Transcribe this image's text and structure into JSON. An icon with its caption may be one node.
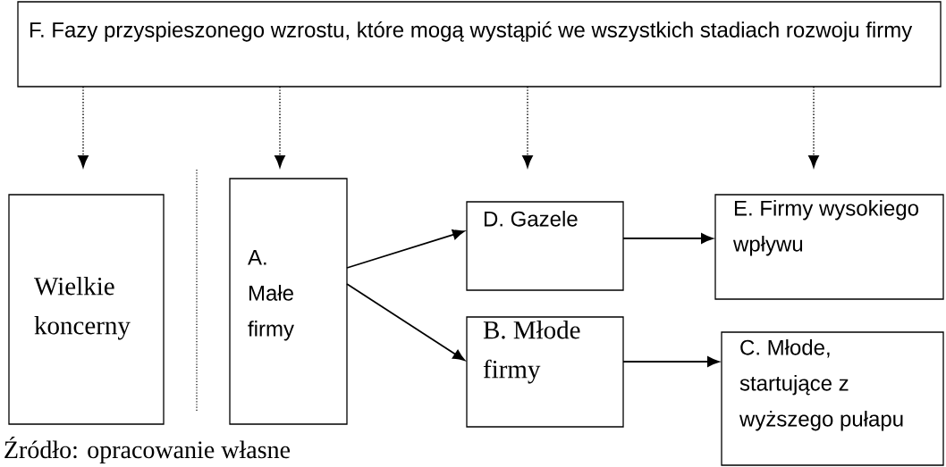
{
  "diagram": {
    "nodes": [
      {
        "text": [
          "F. Fazy przyspieszonego wzrostu, które mogą wystąpić we wszystkich stadiach rozwoju firmy"
        ]
      },
      {
        "text": [
          "Wielkie koncerny"
        ]
      },
      {
        "text": [
          "A. Małe firmy"
        ]
      },
      {
        "text": [
          "D. Gazele"
        ]
      },
      {
        "text": [
          "E. Firmy wysokiego wpływu"
        ]
      },
      {
        "text": [
          "B. Młode firmy"
        ]
      },
      {
        "text": [
          "C. Młode, startujące z wyższego pułapu"
        ]
      }
    ],
    "edges": [
      {
        "from": 0,
        "to": 1,
        "arrow": "to",
        "style": "dashed"
      },
      {
        "from": 0,
        "to": 2,
        "arrow": "to",
        "style": "dashed"
      },
      {
        "from": 0,
        "to": 3,
        "arrow": "to",
        "style": "dashed"
      },
      {
        "from": 0,
        "to": 4,
        "arrow": "to",
        "style": "dashed"
      },
      {
        "from": 2,
        "to": 3,
        "arrow": "to"
      },
      {
        "from": 2,
        "to": 5,
        "arrow": "to"
      },
      {
        "from": 3,
        "to": 4,
        "arrow": "to"
      },
      {
        "from": 5,
        "to": 6,
        "arrow": "to"
      }
    ],
    "labels": [
      "Źródło: opracowanie własne"
    ]
  }
}
